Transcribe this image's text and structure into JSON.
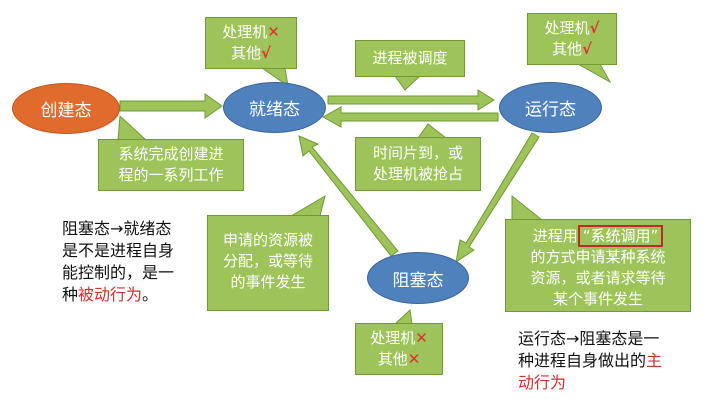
{
  "nodes": {
    "create": "创建态",
    "ready": "就绪态",
    "running": "运行态",
    "blocked": "阻塞态"
  },
  "callouts": {
    "create_to_ready": [
      "系统完成创建进",
      "程的一系列工作"
    ],
    "ready_to_running": "进程被调度",
    "running_to_ready": [
      "时间片到，或",
      "处理机被抢占"
    ],
    "blocked_to_ready": [
      "申请的资源被",
      "分配，或等待",
      "的事件发生"
    ],
    "running_to_blocked": {
      "prefix": "进程用",
      "syscall": "“系统调用”",
      "lines": [
        "的方式申请某种系统",
        "资源，或者请求等待",
        "某个事件发生"
      ]
    }
  },
  "resources": {
    "ready": {
      "line1": "处理机",
      "mark1": "✕",
      "line2": "其他",
      "mark2": "√"
    },
    "running": {
      "line1": "处理机",
      "mark1": "√",
      "line2": "其他",
      "mark2": "√"
    },
    "blocked": {
      "line1": "处理机",
      "mark1": "✕",
      "line2": "其他",
      "mark2": "✕"
    }
  },
  "notes": {
    "left": {
      "lines": [
        "阻塞态→就绪态",
        "是不是进程自身",
        "能控制的，是一"
      ],
      "last_prefix": "种",
      "last_red": "被动行为",
      "last_suffix": "。"
    },
    "right": {
      "lines": [
        "运行态→阻塞态是一"
      ],
      "last_prefix": "种进程自身做出的",
      "last_red_a": "主",
      "last_red_b": "动行为"
    }
  },
  "colors": {
    "arrow_fill": "#9dc35a",
    "arrow_stroke": "#6f9a34",
    "create_node": "#e06b2c",
    "state_node": "#4f81bd",
    "accent_red": "#d03030"
  }
}
